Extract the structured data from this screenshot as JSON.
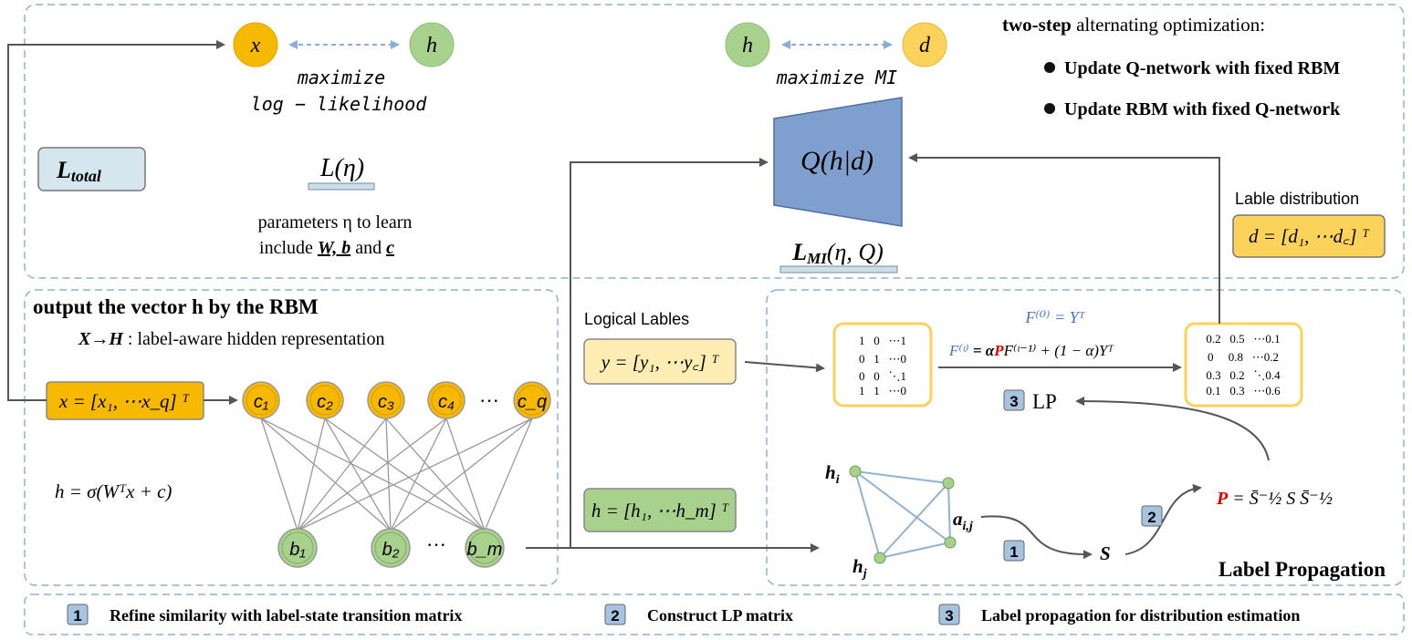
{
  "top": {
    "x_label": "x",
    "h_label": "h",
    "maximize_line1": "maximize",
    "maximize_line2": "log − likelihood",
    "h2_label": "h",
    "d_label": "d",
    "maximize_mi": "maximize MI",
    "l_total_main": "L",
    "l_total_sub": "total",
    "l_eta": "L(η)",
    "params_line1": "parameters η to learn",
    "params_line2_prefix": "include ",
    "params_wb": "W, b",
    "params_and": " and ",
    "params_c": "c",
    "q_label": "Q(h|d)",
    "l_mi_main": "L",
    "l_mi_sub": "MI",
    "l_mi_args": "(η, Q)",
    "two_step_bold": "two-step",
    "two_step_rest": " alternating optimization:",
    "bullet1": "Update Q-network with fixed RBM",
    "bullet2": "Update RBM with fixed Q-network",
    "lable_distribution": "Lable  distribution",
    "d_vector": "d = [d₁, ⋯d꜀] ᵀ"
  },
  "rbm": {
    "title": "output the vector h by the RBM",
    "subtitle_bold": "X→H",
    "subtitle_rest": " : label-aware hidden representation",
    "x_vector": "x = [x₁, ⋯x_q] ᵀ",
    "c_nodes": [
      "c₁",
      "c₂",
      "c₃",
      "c₄",
      "c_q"
    ],
    "b_nodes": [
      "b₁",
      "b₂",
      "b_m"
    ],
    "ellipsis": "···",
    "formula": "h = σ(Wᵀx + c)"
  },
  "middle": {
    "logical_lables": "Logical  Lables",
    "y_vector": "y = [y₁, ⋯y꜀] ᵀ",
    "h_vector": "h = [h₁, ⋯h_m] ᵀ"
  },
  "lp": {
    "matrix_left": [
      "1   0   ⋯1",
      "0   1   ⋯0",
      "0   0   ⋱1",
      "1   1   ⋯0"
    ],
    "matrix_right": [
      "0.2   0.5   ⋯0.1",
      "0     0.8   ⋯0.2",
      "0.3   0.2   ⋱0.4",
      "0.1   0.3   ⋯0.6"
    ],
    "f0": "F⁽⁰⁾ = Yᵀ",
    "ft_prefix": "F⁽ᵗ⁾",
    "ft_eq": " = α",
    "ft_p": "P",
    "ft_rest": "F⁽ᵗ⁻¹⁾ + (1 − α)Yᵀ",
    "lp_label": "LP",
    "hi": "h",
    "hi_sub": "i",
    "hj": "h",
    "hj_sub": "j",
    "aij": "a",
    "aij_sub": "i,j",
    "s_label": "S",
    "p_label": "P",
    "p_formula": " = S̄⁻½ S S̄⁻½",
    "badge1": "1",
    "badge2": "2",
    "badge3": "3",
    "title": "Label Propagation"
  },
  "legend": [
    {
      "num": "1",
      "text": "Refine similarity with label-state transition matrix"
    },
    {
      "num": "2",
      "text": "Construct LP matrix"
    },
    {
      "num": "3",
      "text": "Label propagation for distribution estimation"
    }
  ],
  "colors": {
    "orange": "#f7b800",
    "green": "#a9d18e",
    "blue": "#7f9fcf",
    "gray_box": "#d6e6ee",
    "yellow_light": "#ffedb3",
    "red": "#e00000"
  }
}
